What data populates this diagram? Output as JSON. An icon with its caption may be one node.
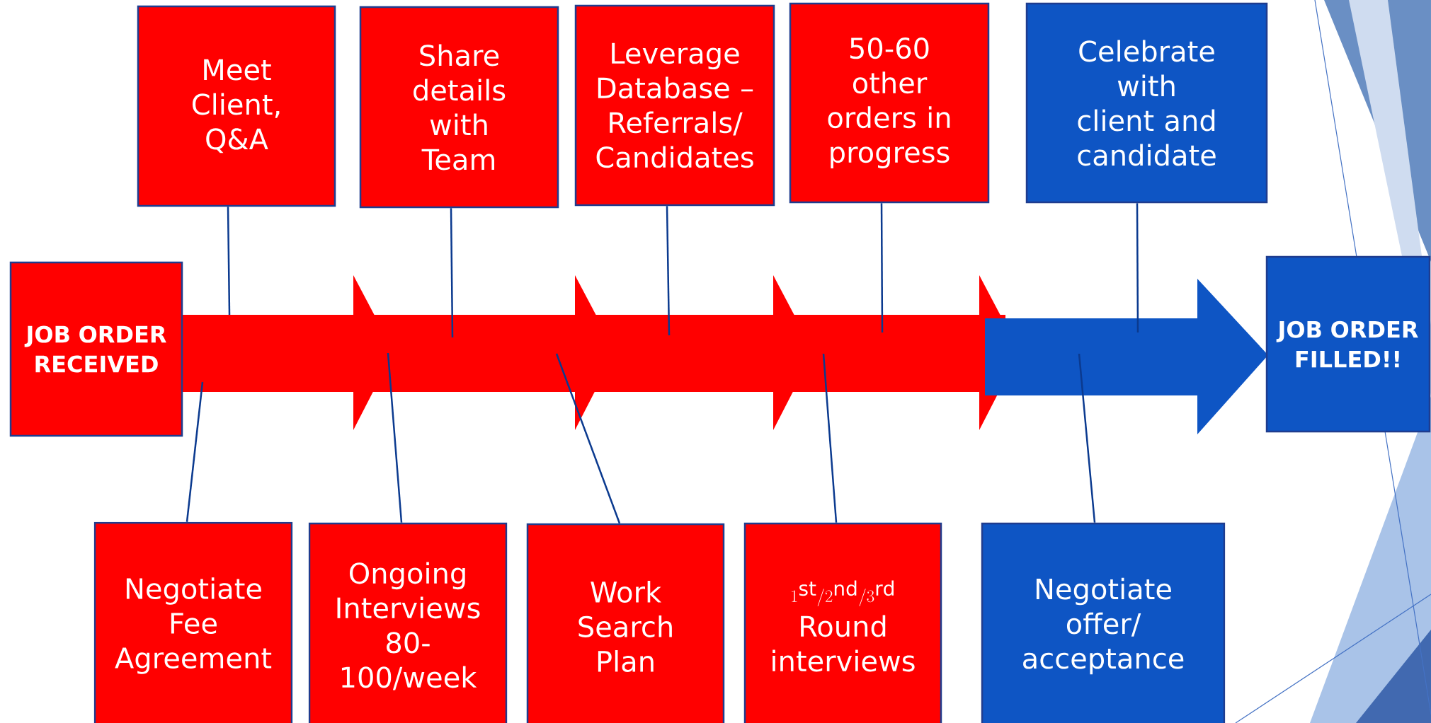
{
  "diagram": {
    "nodes": [
      {
        "text": [
          "JOB ORDER RECEIVED"
        ]
      },
      {
        "text": [
          "Meet Client, Q&A"
        ]
      },
      {
        "text": [
          "Share details with Team"
        ]
      },
      {
        "text": [
          "Leverage Database – Referrals/ Candidates"
        ]
      },
      {
        "text": [
          "50-60 other orders in progress"
        ]
      },
      {
        "text": [
          "Celebrate with client and candidate"
        ]
      },
      {
        "text": [
          "Negotiate Fee Agreement"
        ]
      },
      {
        "text": [
          "Ongoing Interviews 80-100/week"
        ]
      },
      {
        "text": [
          "Work Search Plan"
        ]
      },
      {
        "text": [
          "1^{\\mathrm{st}}/2^{\\mathrm{nd}}/3^{\\mathrm{rd}}",
          "Round interviews"
        ]
      },
      {
        "text": [
          "Negotiate offer/ acceptance"
        ]
      },
      {
        "text": [
          "JOB ORDER FILLED!!"
        ]
      }
    ],
    "edges": [
      {
        "from": 1,
        "to": null,
        "arrow": "none"
      },
      {
        "from": 2,
        "to": null,
        "arrow": "none"
      },
      {
        "from": 3,
        "to": null,
        "arrow": "none"
      },
      {
        "from": 4,
        "to": null,
        "arrow": "none"
      },
      {
        "from": 5,
        "to": null,
        "arrow": "none"
      },
      {
        "from": 6,
        "to": null,
        "arrow": "none"
      },
      {
        "from": 7,
        "to": null,
        "arrow": "none"
      },
      {
        "from": 8,
        "to": null,
        "arrow": "none"
      },
      {
        "from": 9,
        "to": null,
        "arrow": "none"
      },
      {
        "from": 10,
        "to": null,
        "arrow": "none"
      }
    ]
  }
}
